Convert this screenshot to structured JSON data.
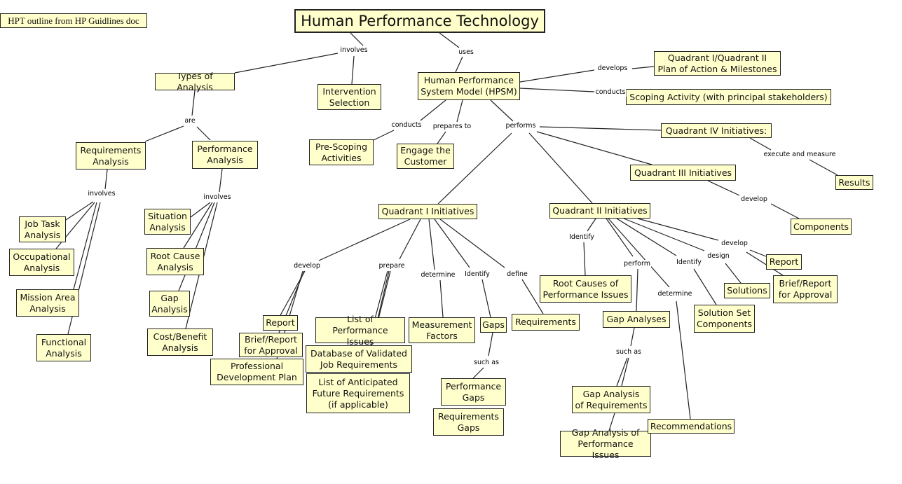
{
  "note": "HPT outline from HP Guidlines doc",
  "nodes": {
    "title": "Human Performance Technology",
    "types_of_analysis": "Types of Analysis",
    "intervention_selection": "Intervention\nSelection",
    "hpsm": "Human Performance\nSystem Model (HPSM)",
    "plan_of_action": "Quadrant I/Quadrant II\nPlan of Action & Milestones",
    "scoping_activity": "Scoping Activity (with principal stakeholders)",
    "quadrant_iv": "Quadrant IV Initiatives:",
    "results": "Results",
    "quadrant_iii": "Quadrant III Initiatives",
    "components": "Components",
    "requirements_analysis": "Requirements\nAnalysis",
    "performance_analysis": "Performance\nAnalysis",
    "pre_scoping": "Pre-Scoping\nActivities",
    "engage_customer": "Engage the\nCustomer",
    "quadrant_i": "Quadrant I Initiatives",
    "quadrant_ii": "Quadrant II Initiatives",
    "job_task_analysis": "Job Task\nAnalysis",
    "occupational_analysis": "Occupational\nAnalysis",
    "mission_area_analysis": "Mission Area\nAnalysis",
    "functional_analysis": "Functional\nAnalysis",
    "situation_analysis": "Situation\nAnalysis",
    "root_cause_analysis": "Root Cause\nAnalysis",
    "gap_analysis": "Gap\nAnalysis",
    "cost_benefit_analysis": "Cost/Benefit\nAnalysis",
    "q1_report": "Report",
    "q1_brief_report": "Brief/Report\nfor Approval",
    "professional_development_plan": "Professional\nDevelopment Plan",
    "list_performance_issues": "List of\nPerformance Issues",
    "database_job_requirements": "Database of Validated\nJob Requirements",
    "list_future_requirements": "List of Anticipated\nFuture Requirements\n(if applicable)",
    "measurement_factors": "Measurement\nFactors",
    "gaps": "Gaps",
    "q1_requirements": "Requirements",
    "performance_gaps": "Performance\nGaps",
    "requirements_gaps": "Requirements\nGaps",
    "root_causes_performance_issues": "Root Causes of\nPerformance Issues",
    "gap_analyses": "Gap Analyses",
    "gap_analysis_requirements": "Gap Analysis\nof Requirements",
    "gap_analysis_performance_issues": "Gap Analysis of\nPerformance Issues",
    "recommendations": "Recommendations",
    "solution_set_components": "Solution Set\nComponents",
    "solutions": "Solutions",
    "q2_report": "Report",
    "q2_brief_report": "Brief/Report\nfor Approval"
  },
  "links": {
    "involves_top": "involves",
    "uses": "uses",
    "develops": "develops",
    "conducts_scoping": "conducts",
    "are": "are",
    "conducts_prescoping": "conducts",
    "prepares_to": "prepares to",
    "performs": "performs",
    "execute_and_measure": "execute and measure",
    "develop_q3": "develop",
    "involves_req": "involves",
    "involves_perf": "involves",
    "develop_q1": "develop",
    "prepare_q1": "prepare",
    "determine_q1": "determine",
    "identify_q1": "Identify",
    "define_q1": "define",
    "such_as_gaps": "such as",
    "identify_q2_root": "Identify",
    "perform_q2": "perform",
    "determine_q2": "determine",
    "identify_q2_solution": "Identify",
    "design_q2": "design",
    "develop_q2": "develop",
    "such_as_gap_analyses": "such as"
  }
}
